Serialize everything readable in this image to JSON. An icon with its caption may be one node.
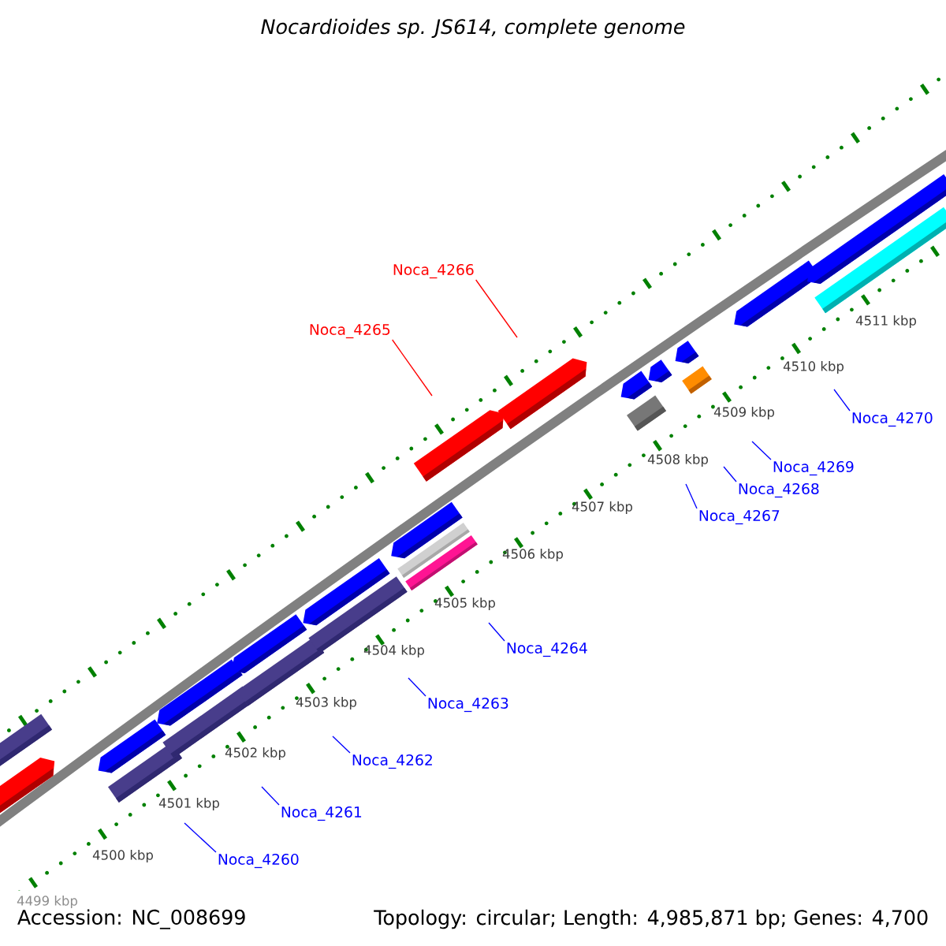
{
  "diagram": {
    "title": "Nocardioides sp. JS614, complete genome",
    "nodes": [
      {
        "text": [
          "Noca_4266"
        ]
      },
      {
        "text": [
          "Noca_4265"
        ]
      },
      {
        "text": [
          "Noca_4270"
        ]
      },
      {
        "text": [
          "Noca_4269"
        ]
      },
      {
        "text": [
          "Noca_4268"
        ]
      },
      {
        "text": [
          "Noca_4267"
        ]
      },
      {
        "text": [
          "Noca_4264"
        ]
      },
      {
        "text": [
          "Noca_4263"
        ]
      },
      {
        "text": [
          "Noca_4262"
        ]
      },
      {
        "text": [
          "Noca_4261"
        ]
      },
      {
        "text": [
          "Noca_4260"
        ]
      }
    ],
    "edges": [
      {
        "from": 0,
        "to": null,
        "arrow": "none",
        "color": "#ff0000"
      },
      {
        "from": 1,
        "to": null,
        "arrow": "none",
        "color": "#ff0000"
      },
      {
        "from": 2,
        "to": null,
        "arrow": "none"
      },
      {
        "from": 3,
        "to": null,
        "arrow": "none"
      },
      {
        "from": 4,
        "to": null,
        "arrow": "none"
      },
      {
        "from": 5,
        "to": null,
        "arrow": "none"
      },
      {
        "from": 6,
        "to": null,
        "arrow": "none"
      },
      {
        "from": 7,
        "to": null,
        "arrow": "none"
      },
      {
        "from": 8,
        "to": null,
        "arrow": "none"
      },
      {
        "from": 9,
        "to": null,
        "arrow": "none"
      },
      {
        "from": 10,
        "to": null,
        "arrow": "none"
      }
    ],
    "labels": [
      "4511 kbp",
      "4510 kbp",
      "4509 kbp",
      "4508 kbp",
      "4507 kbp",
      "4506 kbp",
      "4505 kbp",
      "4504 kbp",
      "4503 kbp",
      "4502 kbp",
      "4501 kbp",
      "4500 kbp",
      "4499 kbp",
      "Accession: NC_008699",
      "Topology: circular; Length: 4,985,871 bp; Genes: 4,700"
    ]
  }
}
